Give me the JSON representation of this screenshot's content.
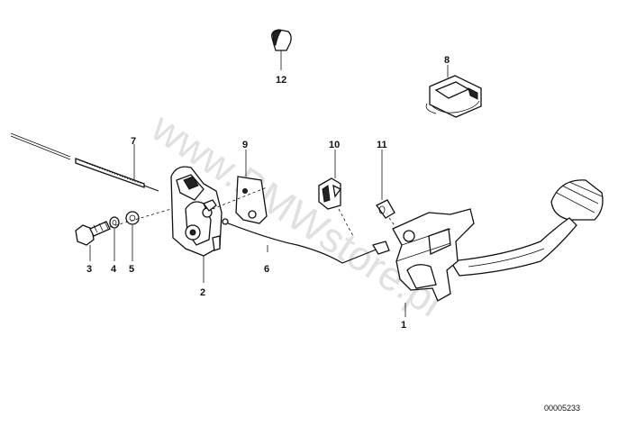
{
  "watermark": "www.BMWstore.pl",
  "diagram_code": "00005233",
  "callouts": {
    "c1": "1",
    "c2": "2",
    "c3": "3",
    "c4": "4",
    "c5": "5",
    "c6": "6",
    "c7": "7",
    "c8": "8",
    "c9": "9",
    "c10": "10",
    "c11": "11",
    "c12": "12"
  }
}
